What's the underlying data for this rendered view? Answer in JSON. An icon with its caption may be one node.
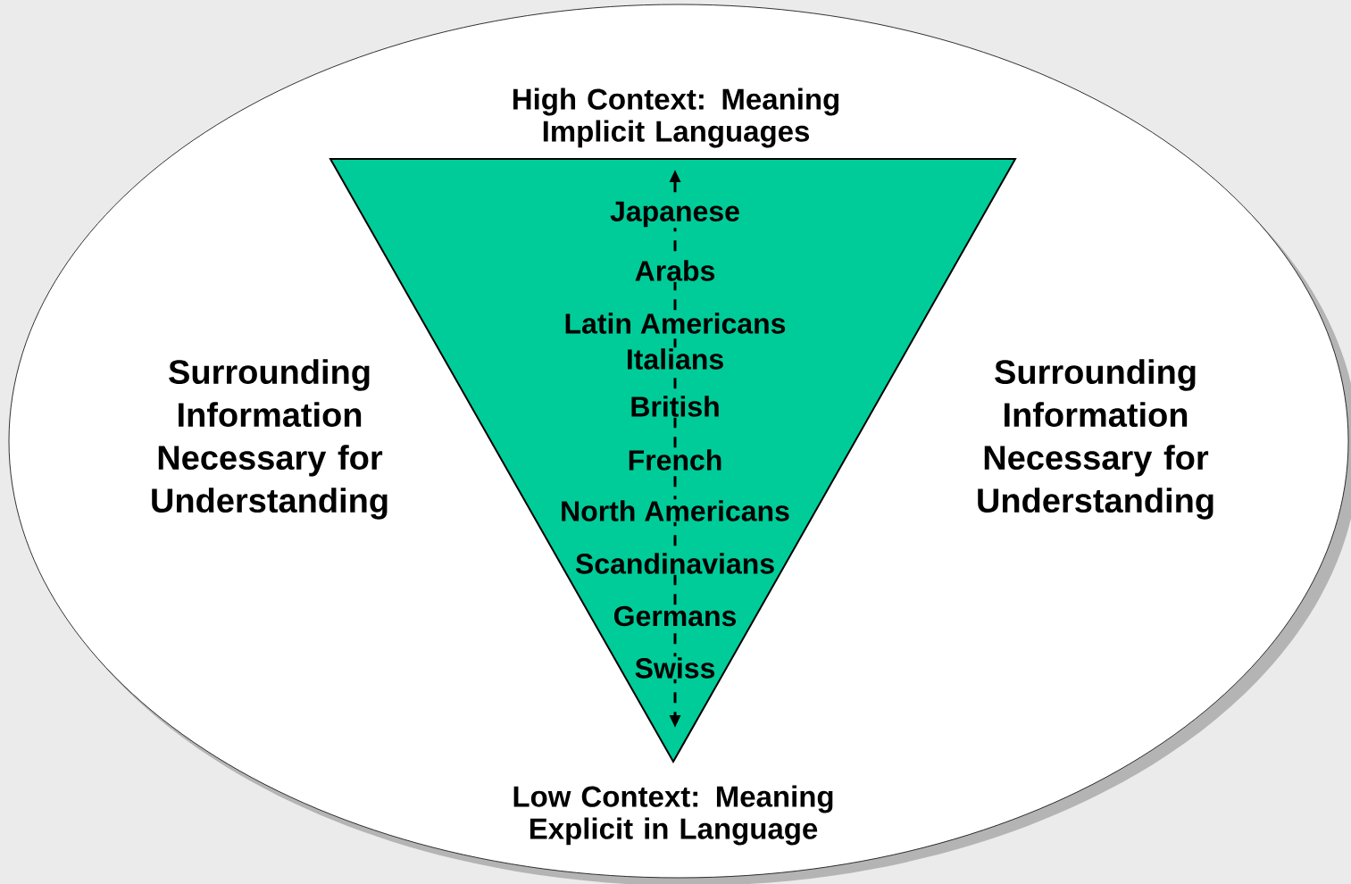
{
  "diagram": {
    "nodes": [
      {
        "text": [
          "Surrounding Information Necessary for Understanding",
          "Surrounding Information Necessary for Understanding"
        ]
      },
      {
        "text": [
          "High Context: Meaning Implicit Languages",
          "Japanese",
          "Arabs",
          "Latin Americans",
          "Italians",
          "British",
          "French",
          "North Americans",
          "Scandinavians",
          "Germans",
          "Swiss"
        ],
        "beside": [
          "Low Context: Meaning Explicit in Language"
        ],
        "in": 0
      }
    ]
  }
}
